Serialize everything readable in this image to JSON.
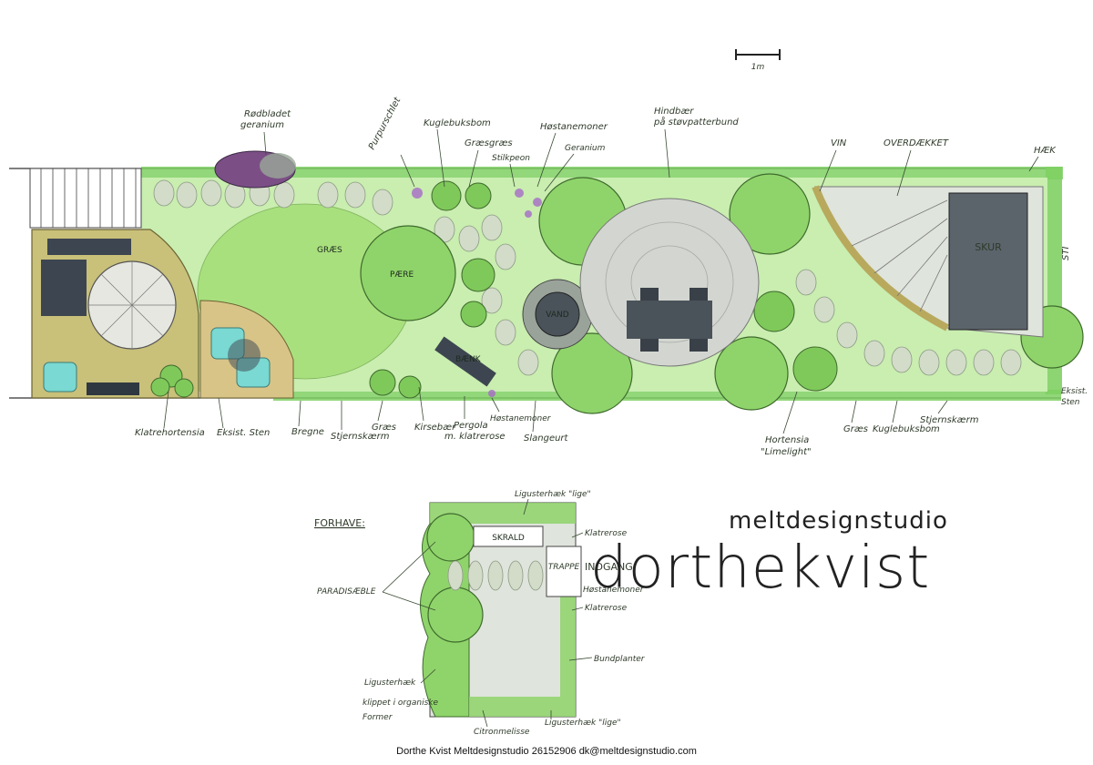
{
  "scale_bar": {
    "label": "1m"
  },
  "brand": {
    "top": "meltdesignstudio",
    "main": "dorthekvist"
  },
  "footer": {
    "text": "Dorthe Kvist Meltdesignstudio 26152906 dk@meltdesignstudio.com"
  },
  "back_garden": {
    "labels": {
      "rodbladet_geranium": [
        "Rødbladet",
        "geranium"
      ],
      "purpurschlet": "Purpurschlet",
      "kuglebuksbom_top": "Kuglebuksbom",
      "graes_top": "Græsgræs",
      "stilkpeon": "Stilkpeon",
      "hostanemoner_top": "Høstanemoner",
      "geranium": "Geranium",
      "hindbaer": [
        "Hindbær",
        "på støvpatterbund"
      ],
      "vin": "VIN",
      "overdaekket": "OVERDÆKKET",
      "haek": "HÆK",
      "sti": "STI",
      "klatrehortensia": "Klatrehortensia",
      "eksist_sten_left": "Eksist. Sten",
      "bregne": "Bregne",
      "stjernskaerm_left": "Stjernskærm",
      "graes_bottom_left": "Græs",
      "kirsebaer": "Kirsebær",
      "pergola": [
        "Pergola",
        "m. klatrerose"
      ],
      "hostanemoner_bottom": "Høstanemoner",
      "slangeurt": "Slangeurt",
      "hortensia": [
        "Hortensia",
        "\"Limelight\""
      ],
      "graes_bottom_right": "Græs",
      "kuglebuksbom_bottom": "Kuglebuksbom",
      "stjernskaerm_right": "Stjernskærm",
      "eksist_sten_right": [
        "Eksist.",
        "Sten"
      ]
    },
    "inside": {
      "graes": "GRÆS",
      "pære": "PÆRE",
      "vand": "VAND",
      "baenk": "BÆNK",
      "skur": "SKUR"
    }
  },
  "front_garden": {
    "title": "FORHAVE:",
    "labels": {
      "liguster_top": "Ligusterhæk \"lige\"",
      "klatrerose_top": "Klatrerose",
      "paradisaeble": "PARADISÆBLE",
      "hostanemoner": "Høstanemoner",
      "klatrerose_mid": "Klatrerose",
      "bundplanter": "Bundplanter",
      "liguster_left": [
        "Ligusterhæk",
        "klippet i organiske",
        "Former"
      ],
      "citronmelisse": "Citronmelisse",
      "liguster_bottom": "Ligusterhæk \"lige\""
    },
    "inside": {
      "skrald": "SKRALD",
      "trappe": "TRAPPE",
      "indgang": "INDGANG"
    }
  }
}
